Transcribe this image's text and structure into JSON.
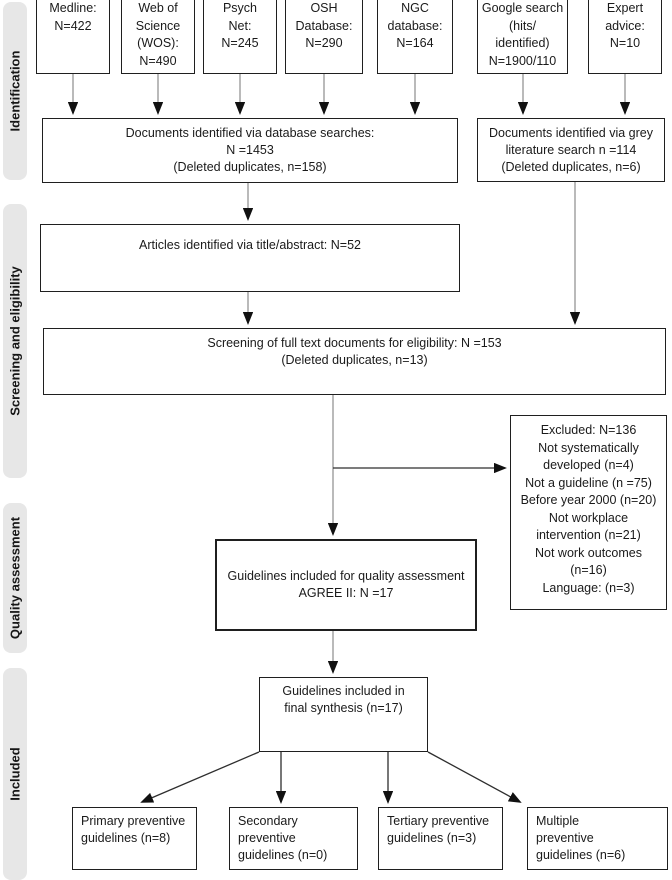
{
  "flowchart": {
    "stage_labels": {
      "identification": "Identification",
      "screening": "Screening and eligibility",
      "quality": "Quality assessment",
      "included": "Included"
    },
    "sources": [
      {
        "label": "Medline:\nN=422"
      },
      {
        "label": "Web of\nScience\n(WOS):\nN=490"
      },
      {
        "label": "Psych\nNet:\nN=245"
      },
      {
        "label": "OSH\nDatabase:\nN=290"
      },
      {
        "label": "NGC\ndatabase:\nN=164"
      },
      {
        "label": "Google search\n(hits/\nidentified)\nN=1900/110"
      },
      {
        "label": "Expert\nadvice:\nN=10"
      }
    ],
    "boxes": {
      "database_results": "Documents identified via database searches:\nN =1453\n(Deleted duplicates, n=158)",
      "grey_literature": "Documents identified via grey\nliterature search n =114\n(Deleted duplicates, n=6)",
      "title_abstract": "Articles identified via title/abstract: N=52",
      "full_text": "Screening of full text documents for eligibility: N =153\n(Deleted duplicates, n=13)",
      "excluded": "Excluded: N=136\nNot systematically\ndeveloped (n=4)\nNot a guideline (n =75)\nBefore year 2000 (n=20)\nNot workplace\nintervention (n=21)\nNot work outcomes\n(n=16)\nLanguage: (n=3)",
      "quality_assessment": "Guidelines included for quality assessment\nAGREE II: N =17",
      "final_synthesis": "Guidelines included in\nfinal synthesis (n=17)"
    },
    "outcomes": [
      {
        "label": "Primary preventive\nguidelines (n=8)"
      },
      {
        "label": "Secondary\npreventive\nguidelines (n=0)"
      },
      {
        "label": "Tertiary preventive\nguidelines (n=3)"
      },
      {
        "label": "Multiple\npreventive\nguidelines (n=6)"
      }
    ],
    "colors": {
      "rail_background": "#e7e7e7",
      "box_border": "#1f1f1f",
      "connector_gray": "#949494",
      "connector_dark": "#2e2e2e",
      "arrowhead": "#111111"
    }
  }
}
